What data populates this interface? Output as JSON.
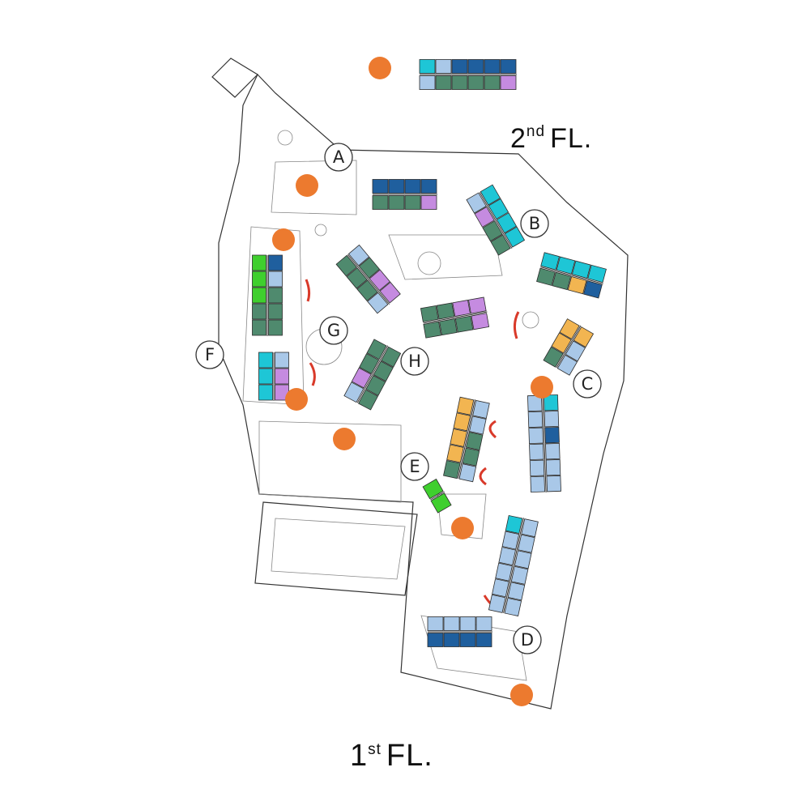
{
  "floors": {
    "upper": {
      "label_main": "2",
      "label_sup": "nd",
      "label_rest": "FL."
    },
    "ground": {
      "label_main": "1",
      "label_sup": "st",
      "label_rest": "FL."
    }
  },
  "buildings": [
    "A",
    "B",
    "C",
    "D",
    "E",
    "F",
    "G",
    "H"
  ],
  "colors": {
    "navy": "#1f5f9e",
    "sage": "#4f8a6e",
    "light_blue": "#a9c8e8",
    "cyan": "#1ec6d6",
    "violet": "#c58be0",
    "green": "#3fcf2e",
    "amber": "#f2b551",
    "marker": "#ec7a2f",
    "accent_red": "#d93a2a",
    "outline": "#333333"
  },
  "icons": {
    "marker": "orange-dot-marker-icon",
    "building": "circled-letter-icon"
  }
}
